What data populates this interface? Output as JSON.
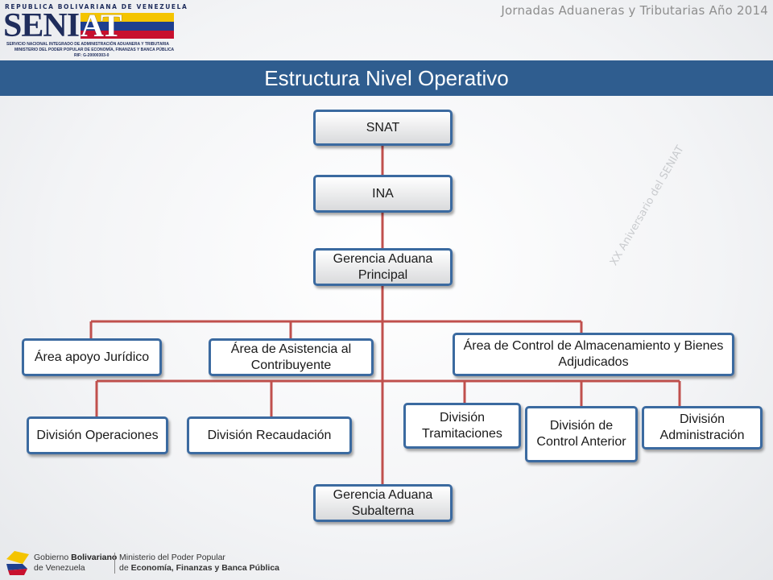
{
  "header": {
    "logo_top": "REPUBLICA BOLIVARIANA DE VENEZUELA",
    "logo_left": "SENI",
    "logo_right": "AT",
    "logo_line1": "SERVICIO NACIONAL INTEGRADO DE ADMINISTRACIÓN ADUANERA Y TRIBUTARIA",
    "logo_line2": "MINISTERIO DEL PODER POPULAR DE ECONOMÍA, FINANZAS Y BANCA PÚBLICA",
    "logo_line3": "RIF: G-20000303-0",
    "event": "Jornadas Aduaneras y Tributarias Año 2014"
  },
  "title": "Estructura Nivel Operativo",
  "watermark": "XX Aniversario del SENIAT",
  "org_chart": {
    "nodes": [
      {
        "id": "snat",
        "label": "SNAT"
      },
      {
        "id": "ina",
        "label": "INA"
      },
      {
        "id": "gerencia-principal",
        "label": "Gerencia Aduana Principal"
      },
      {
        "id": "area-juridico",
        "label": "Área apoyo Jurídico"
      },
      {
        "id": "area-contribuyente",
        "label": "Área de Asistencia al Contribuyente"
      },
      {
        "id": "area-almacenamiento",
        "label": "Área de Control de Almacenamiento y Bienes Adjudicados"
      },
      {
        "id": "div-operaciones",
        "label": "División Operaciones"
      },
      {
        "id": "div-recaudacion",
        "label": "División Recaudación"
      },
      {
        "id": "div-tramitaciones",
        "label": "División Tramitaciones"
      },
      {
        "id": "div-control-anterior",
        "label": "División de Control Anterior"
      },
      {
        "id": "div-administracion",
        "label": "División Administración"
      },
      {
        "id": "gerencia-subalterna",
        "label": "Gerencia Aduana Subalterna"
      }
    ],
    "edges": [
      [
        "snat",
        "ina"
      ],
      [
        "ina",
        "gerencia-principal"
      ],
      [
        "gerencia-principal",
        "area-juridico"
      ],
      [
        "gerencia-principal",
        "area-contribuyente"
      ],
      [
        "gerencia-principal",
        "area-almacenamiento"
      ],
      [
        "gerencia-principal",
        "div-operaciones"
      ],
      [
        "gerencia-principal",
        "div-recaudacion"
      ],
      [
        "gerencia-principal",
        "div-tramitaciones"
      ],
      [
        "gerencia-principal",
        "div-control-anterior"
      ],
      [
        "gerencia-principal",
        "div-administracion"
      ],
      [
        "gerencia-principal",
        "gerencia-subalterna"
      ]
    ],
    "line_color": "#c0504d",
    "border_color": "#3b6aa0"
  },
  "footer": {
    "gov_prefix": "Gobierno ",
    "gov_bold": "Bolivariano",
    "gov_line2": "de Venezuela",
    "ministry_line1": "Ministerio del Poder Popular",
    "ministry_prefix": "de ",
    "ministry_bold": "Economía, Finanzas y Banca Pública"
  }
}
